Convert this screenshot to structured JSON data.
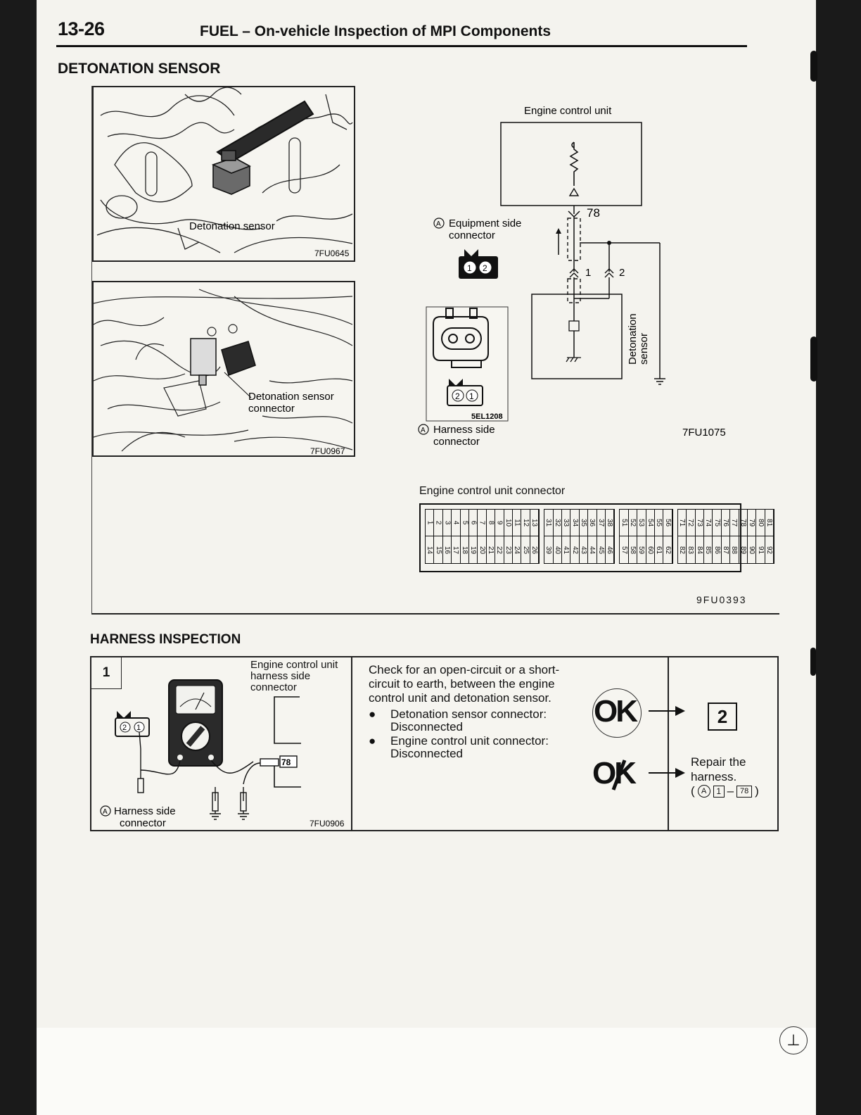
{
  "header": {
    "page_number": "13-26",
    "title": "FUEL – On-vehicle Inspection of MPI Components"
  },
  "detonation": {
    "section_title": "DETONATION SENSOR",
    "photo1": {
      "label": "Detonation sensor",
      "code": "7FU0645"
    },
    "photo2": {
      "label": "Detonation sensor connector",
      "code": "7FU0967"
    },
    "circuit": {
      "ecu_label": "Engine control unit",
      "terminal": "78",
      "pin1": "1",
      "pin2": "2",
      "equipment_connector": "Equipment side connector",
      "harness_connector": "Harness side connector",
      "sensor_label": "Detonation sensor",
      "connector_code": "5EL1208",
      "diagram_code": "7FU1075",
      "circle_a": "A"
    },
    "ecu_connector": {
      "title": "Engine control unit connector",
      "code": "9FU0393",
      "groups": [
        {
          "top": [
            "1",
            "2",
            "3",
            "4",
            "5",
            "6",
            "7",
            "8",
            "9",
            "10",
            "11",
            "12",
            "13"
          ],
          "bottom": [
            "14",
            "15",
            "16",
            "17",
            "18",
            "19",
            "20",
            "21",
            "22",
            "23",
            "24",
            "25",
            "26"
          ]
        },
        {
          "top": [
            "31",
            "32",
            "33",
            "34",
            "35",
            "36",
            "37",
            "38"
          ],
          "bottom": [
            "39",
            "40",
            "41",
            "42",
            "43",
            "44",
            "45",
            "46"
          ]
        },
        {
          "top": [
            "51",
            "52",
            "53",
            "54",
            "55",
            "56"
          ],
          "bottom": [
            "57",
            "58",
            "59",
            "60",
            "61",
            "62"
          ]
        },
        {
          "top": [
            "71",
            "72",
            "73",
            "74",
            "75",
            "76",
            "77",
            "78",
            "79",
            "80",
            "81"
          ],
          "bottom": [
            "82",
            "83",
            "84",
            "85",
            "86",
            "87",
            "88",
            "89",
            "90",
            "91",
            "92"
          ]
        }
      ]
    }
  },
  "harness": {
    "section_title": "HARNESS INSPECTION",
    "step_number": "1",
    "ecu_harness_label": "Engine control unit harness side connector",
    "harness_side_label": "Harness side connector",
    "circle_a": "A",
    "terminal": "78",
    "pin1": "1",
    "pin2": "2",
    "figure_code": "7FU0906",
    "instruction": "Check for an open-circuit or a short-circuit to earth, between the engine control unit and detonation sensor.",
    "bullets": [
      {
        "text": "Detonation sensor connector: Disconnected"
      },
      {
        "text": "Engine control unit connector: Disconnected"
      }
    ],
    "ok_label": "OK",
    "next_step": "2",
    "repair_text": "Repair the harness.",
    "repair_ref_a": "A",
    "repair_ref_1": "1",
    "repair_ref_dash": "–",
    "repair_ref_78": "78"
  }
}
